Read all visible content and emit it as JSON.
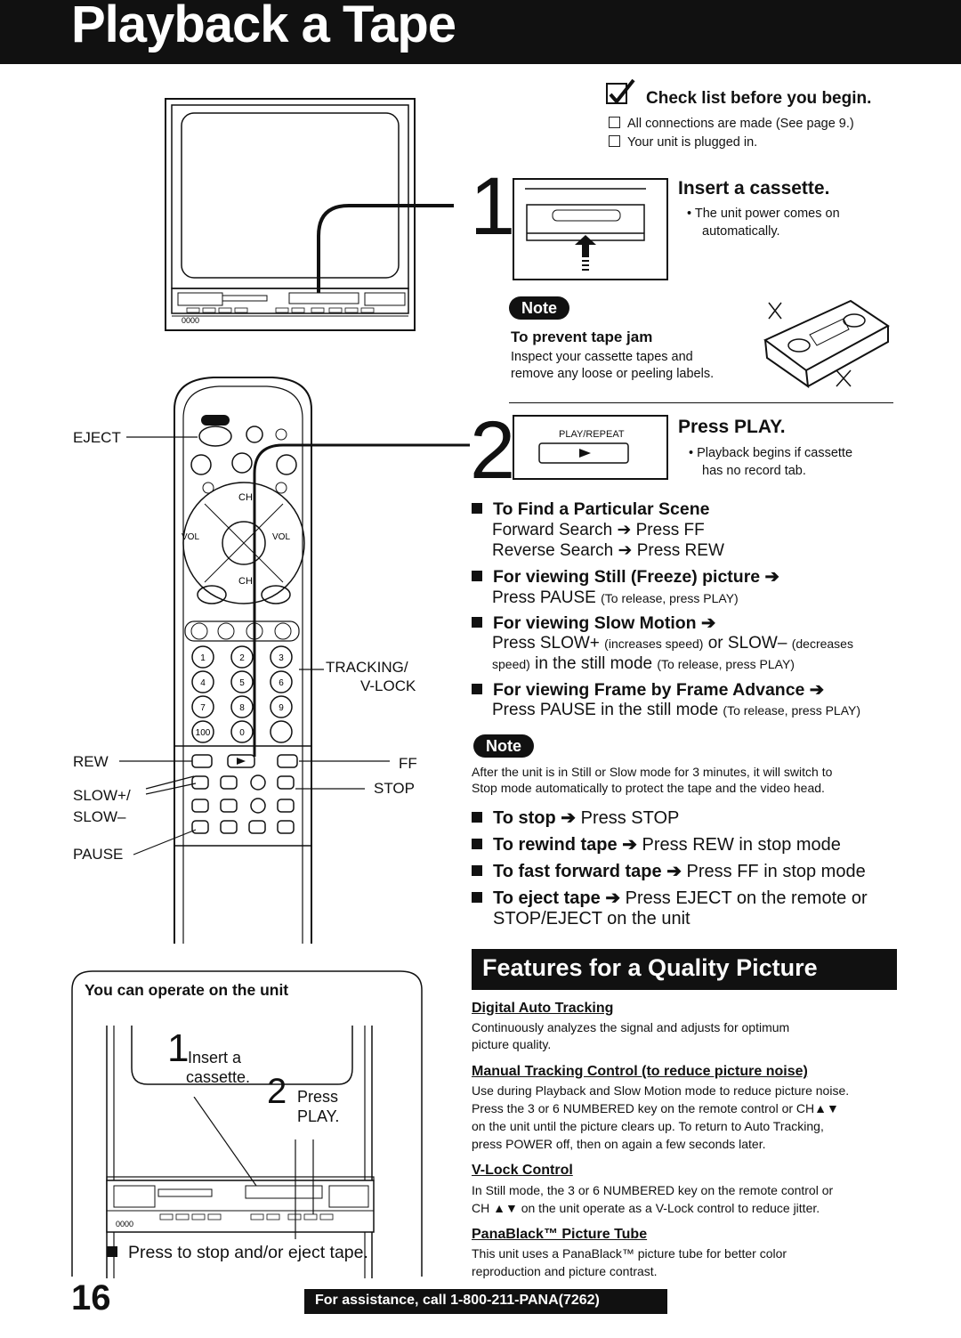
{
  "header": {
    "title": "Playback a Tape"
  },
  "checklist": {
    "title": "Check list before you begin.",
    "items": [
      "All connections are made (See page 9.)",
      "Your unit is plugged in."
    ]
  },
  "step1": {
    "number": "1",
    "title": "Insert a cassette.",
    "bullet": "• The unit power comes on",
    "bullet_cont": "automatically."
  },
  "note1": {
    "pill": "Note",
    "title": "To prevent tape jam",
    "text1": "Inspect your cassette tapes and",
    "text2": "remove any loose or peeling labels."
  },
  "step2": {
    "number": "2",
    "button_label": "PLAY/REPEAT",
    "title": "Press PLAY.",
    "bullet": "• Playback begins if cassette",
    "bullet_cont": "has no record tab."
  },
  "scene": {
    "title": "To Find a Particular Scene",
    "line1": "Forward Search ➔ Press FF",
    "line2": "Reverse Search ➔ Press REW"
  },
  "still": {
    "title": "For viewing Still (Freeze) picture ➔",
    "line1a": "Press PAUSE ",
    "line1b": "(To release, press PLAY)"
  },
  "slow": {
    "title": "For viewing Slow Motion ➔",
    "line1a": "Press SLOW+ ",
    "line1b": "(increases speed)",
    "line1c": " or SLOW– ",
    "line1d": "(decreases",
    "line2a": "speed)",
    "line2b": " in the still mode ",
    "line2c": "(To release, press PLAY)"
  },
  "frame": {
    "title": "For viewing Frame by Frame Advance ➔",
    "line1a": "Press PAUSE in the still mode ",
    "line1b": "(To release, press PLAY)"
  },
  "note2": {
    "pill": "Note",
    "text1": "After the unit is in Still or Slow mode for 3 minutes, it will switch to",
    "text2": "Stop mode automatically to protect the tape and the video head."
  },
  "ops": [
    {
      "bold": "To stop ➔",
      "text": " Press STOP"
    },
    {
      "bold": "To rewind tape ➔",
      "text": " Press REW in stop mode"
    },
    {
      "bold": "To fast forward tape ➔",
      "text": " Press FF in stop mode"
    },
    {
      "bold": "To eject tape ➔",
      "text": " Press EJECT on the remote or"
    }
  ],
  "ops_cont": "STOP/EJECT on the unit",
  "features": {
    "title": "Features for a Quality Picture",
    "sections": [
      {
        "heading": "Digital Auto Tracking",
        "lines": [
          "Continuously analyzes the signal and adjusts for optimum",
          "picture quality."
        ]
      },
      {
        "heading": "Manual Tracking Control (to reduce picture noise)",
        "lines": [
          "Use during Playback and Slow Motion mode to reduce picture noise.",
          "Press the 3 or 6 NUMBERED key on the remote control or CH▲▼",
          "on the unit until the picture clears up. To return to Auto Tracking,",
          "press POWER off, then on again a few seconds later."
        ]
      },
      {
        "heading": "V-Lock Control",
        "lines": [
          "In Still mode, the 3 or 6 NUMBERED key on the remote control or",
          "CH ▲▼ on the unit operate as a V-Lock control to reduce jitter."
        ]
      },
      {
        "heading": "PanaBlack™ Picture Tube",
        "lines": [
          "This unit uses a PanaBlack™ picture tube for better color",
          "reproduction and picture contrast."
        ]
      }
    ]
  },
  "remote_labels": {
    "eject": "EJECT",
    "tracking": "TRACKING/",
    "vlock": "V-LOCK",
    "rew": "REW",
    "ff": "FF",
    "slowplus": "SLOW+/",
    "stop": "STOP",
    "slowminus": "SLOW–",
    "pause": "PAUSE"
  },
  "unit_box": {
    "title": "You can operate on the unit",
    "step1_num": "1",
    "step1_a": "Insert a",
    "step1_b": "cassette.",
    "step2_num": "2",
    "step2_a": "Press",
    "step2_b": "PLAY.",
    "footer": "Press to stop and/or eject tape."
  },
  "footer": {
    "page": "16",
    "assist": "For assistance, call 1-800-211-PANA(7262)"
  }
}
